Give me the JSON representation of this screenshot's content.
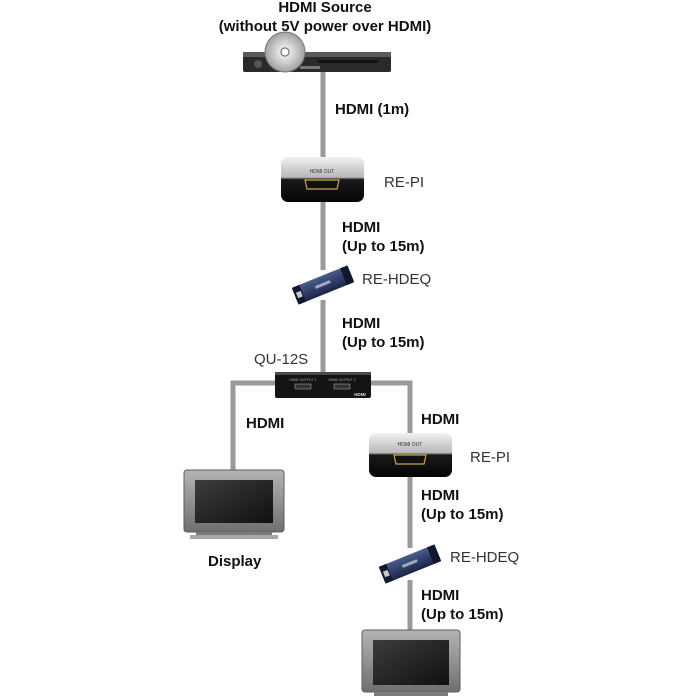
{
  "source": {
    "title_line1": "HDMI Source",
    "title_line2": "(without 5V power over HDMI)"
  },
  "cables": {
    "c1": "HDMI (1m)",
    "c2_line1": "HDMI",
    "c2_line2": "(Up to 15m)",
    "c3_line1": "HDMI",
    "c3_line2": "(Up to 15m)",
    "c4": "HDMI",
    "c5": "HDMI",
    "c6_line1": "HDMI",
    "c6_line2": "(Up to 15m)",
    "c7_line1": "HDMI",
    "c7_line2": "(Up to 15m)"
  },
  "devices": {
    "repi_1": "RE-PI",
    "rehdeq_1": "RE-HDEQ",
    "splitter": "QU-12S",
    "repi_2": "RE-PI",
    "rehdeq_2": "RE-HDEQ",
    "display": "Display",
    "hdmi_out_port": "HDMI OUT",
    "hdmi_out_port_2": "HDMI OUT",
    "splitter_out1": "HDMI OUTPUT 1",
    "splitter_out2": "HDMI OUTPUT 2",
    "splitter_logo": "HDMI"
  },
  "colors": {
    "cable": "#9a9a9a",
    "device_dark": "#1c1c1c",
    "equalizer": "#2a3a66",
    "bezel": "#8a8a8a"
  }
}
